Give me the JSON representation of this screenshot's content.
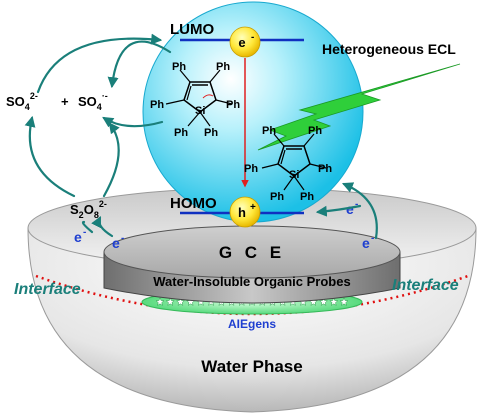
{
  "labels": {
    "lumo": "LUMO",
    "homo": "HOMO",
    "electron": "e",
    "hole": "h",
    "heterogeneous_ecl": "Heterogeneous ECL",
    "sulfate_left": "SO",
    "sulfate_left_sub": "4",
    "sulfate_left_sup": "2-",
    "plus": "+",
    "sulfate_radical": "SO",
    "sulfate_radical_sub": "4",
    "sulfate_radical_sup": "·-",
    "persulfate": "S",
    "persulfate_sub1": "2",
    "persulfate_mid": "O",
    "persulfate_sub2": "8",
    "persulfate_sup": "2-",
    "electrode": "G C E",
    "probes": "Water-Insoluble Organic Probes",
    "aiegens": "AIEgens",
    "interface_left": "Interface",
    "interface_right": "Interface",
    "water_phase": "Water Phase",
    "minus": "-",
    "plus_sign": "+"
  },
  "molecule": {
    "substituent": "Ph",
    "center_atom": "Si"
  },
  "colors": {
    "arrow_teal": "#1a7f7a",
    "orbital_blue": "#1030c0",
    "red_arrow": "#e02020",
    "sphere": "#45d4f0",
    "green_flash": "#2fcf3a",
    "interface_text": "#1a7f7a",
    "dotted_red": "#e01010",
    "aiegens_blue": "#1f3fd0"
  }
}
